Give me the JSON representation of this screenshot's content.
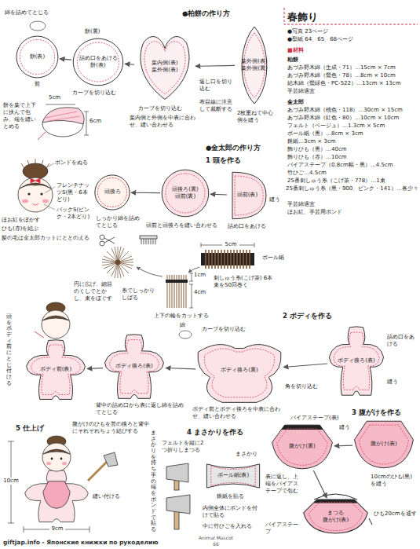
{
  "diagram": {
    "title": "春飾り",
    "nodes": [
      {
        "text": [
          "餅(表)"
        ]
      },
      {
        "text": [
          "詰め口をあける",
          "餅(表)"
        ]
      },
      {
        "text": [
          "葉内側(表)",
          "葉外側(表)"
        ]
      },
      {
        "text": [
          "葉外側(表)",
          "葉外側(裏)"
        ]
      },
      {
        "text": [
          "頭前(表)"
        ]
      },
      {
        "text": [
          "頭後ろ(裏)",
          "頭前(裏)"
        ]
      },
      {
        "text": [
          "頭後ろ"
        ]
      },
      {
        "text": [
          "ボディ後ろ(表)"
        ]
      },
      {
        "text": [
          "ボディ後ろ(裏)"
        ]
      },
      {
        "text": [
          "ボディ後ろ(表)"
        ]
      },
      {
        "text": [
          "ボディ前(表)"
        ]
      },
      {
        "text": [
          "ボール紙(表)"
        ]
      },
      {
        "text": [
          "腹がけ(表)"
        ]
      },
      {
        "text": [
          "腹がけ(裏)"
        ]
      },
      {
        "text": [
          "まつる",
          "腹がけ(表)"
        ]
      }
    ],
    "edges": [
      {
        "from": 3,
        "to": 2,
        "arrow": "to"
      },
      {
        "from": 2,
        "to": 1,
        "arrow": "to"
      },
      {
        "from": 1,
        "to": 0,
        "arrow": "to"
      },
      {
        "from": 4,
        "to": 5,
        "arrow": "to"
      },
      {
        "from": 5,
        "to": 6,
        "arrow": "to"
      },
      {
        "from": 7,
        "to": 8,
        "arrow": "to"
      },
      {
        "from": 8,
        "to": 9,
        "arrow": "to"
      },
      {
        "from": 9,
        "to": 10,
        "arrow": "to"
      },
      {
        "from": 12,
        "to": 13,
        "arrow": "to"
      },
      {
        "from": 13,
        "to": 14,
        "arrow": "to"
      }
    ],
    "labels": [
      "●写真 23ページ",
      "●型紙 64、65、68ページ",
      "■材料",
      "柏餅",
      "あづみ野木綿（生成・71）…15cm × 7cm",
      "あづみ野木綿（鶯色・78）…8cm × 10cm",
      "結木綿（鶯緑色・PC-522）…13cm × 13cm",
      "手芸綿適宜",
      "金太郎",
      "あづみ野木綿（桃色・118）…30cm × 15cm",
      "あづみ野木綿（紅色・80）…10cm × 10cm",
      "フェルト（ベージュ）…1.3cm × 5cm",
      "ボール紙（黒）…8cm × 3cm",
      "銀紙…3cm × 3cm",
      "飾りひも（黒）…40cm",
      "飾りひも（赤）…10cm",
      "バイアステープ（0.8cm幅・黒）…4.5cm",
      "竹ひご…4.5cm",
      "25番刺しゅう糸（こげ茶・778）…1束",
      "25番刺しゅう糸（黒・900、ピンク・141）…各少々",
      "手芸綿適宜",
      "ほお紅、手芸用ボンド",
      "●柏餅の作り方",
      "綿を詰めてとじる",
      "前",
      "餅(裏)",
      "カーブを切り込む",
      "5cm",
      "6cm",
      "餅を葉で上下に挟んで包み、端を縫いとめる",
      "カーブを切り込む",
      "葉内側と外側を中表に合わせ、縫い合わせる",
      "返し口を切り込む",
      "布目線に注意して裁断する",
      "2枚重ねて中心側を縫う",
      "●金太郎の作り方",
      "1 頭を作る",
      "縫う",
      "詰め口をあける",
      "頭前と頭後ろを縫い合わせる",
      "しっかり綿を詰めてとじる",
      "ボンドをぬる",
      "フレンチナッツS(黒・6本どり)",
      "バックS(ピンク・2本どり)",
      "ほお紅をぼかす",
      "ひも(赤)を結ぶ",
      "髪の毛は金太郎カットにととのえる",
      "円に広げ、細目のくしでとかし、束をほぐす",
      "糸でしっかりしばる",
      "1cm",
      "4cm",
      "上下の輪をカットする",
      "ボール紙",
      "5cm",
      "刺しゅう糸(こげ茶) 6本束を50回巻く",
      "2 ボディを作る",
      "詰め口をあける",
      "縫う",
      "綿",
      "カーブを切り込む",
      "角を切り込む",
      "ボディ前とボディ後ろを中表に合わせ、縫い合わせる",
      "背中の詰め口から表に返し綿を詰めてとじる",
      "頭をボディ前にとじ付ける",
      "5 仕上げ",
      "腹がけのひもを首の後ろと背中にそれぞれちょう結びする",
      "縫い付ける",
      "10cm",
      "9cm",
      "4 まさかりを作る",
      "まさかりを持ち手の端をボンドで貼る",
      "フェルトを縦に2つ折りしまつる",
      "まさかり",
      "銀紙を貼る",
      "内側全体にボンドを付けて貼る",
      "中に竹ひごを入れる",
      "3 腹がけを作る",
      "縫う",
      "バイアステープ(表)",
      "表に返し、上端をバイアステープで包む",
      "バイアステープ",
      "10cmのひも(黒)を縫う",
      "ひも20cmを通す",
      "Animal Mascot",
      "66",
      "giftjap.info - Японские книжки по рукоделию"
    ]
  }
}
